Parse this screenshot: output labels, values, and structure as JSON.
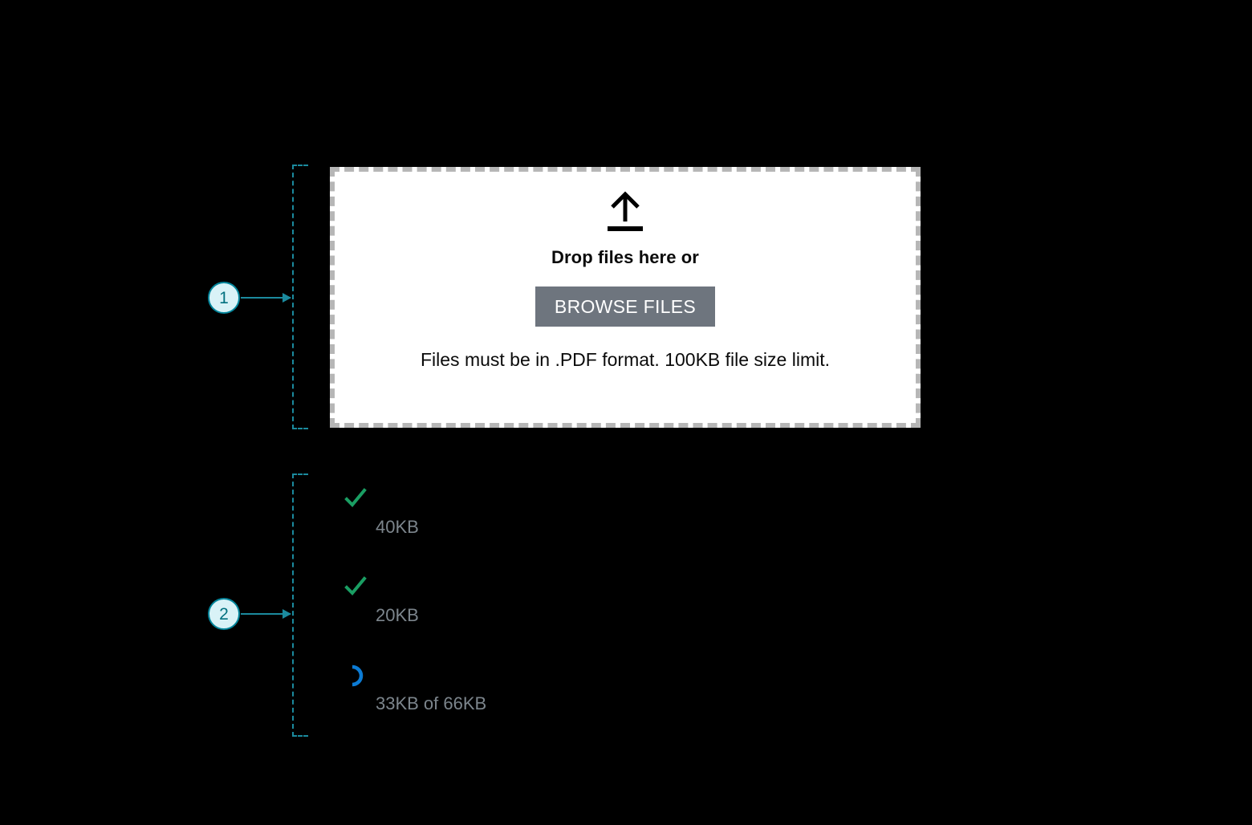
{
  "annotations": [
    {
      "id": "1",
      "label": "1",
      "target": "dropzone",
      "color": "#1b8a9e"
    },
    {
      "id": "2",
      "label": "2",
      "target": "file-list",
      "color": "#1b8a9e"
    }
  ],
  "dropzone": {
    "icon": "upload-arrow-icon",
    "title": "Drop files here or",
    "browse_label": "BROWSE FILES",
    "hint": "Files must be in .PDF format. 100KB file size limit.",
    "border_color": "#b6b6b6",
    "background": "#ffffff",
    "button_color": "#6e757e"
  },
  "file_list": {
    "files": [
      {
        "status": "complete",
        "status_icon": "check-icon",
        "status_color": "#1a9e63",
        "name": "",
        "meta": "40KB"
      },
      {
        "status": "complete",
        "status_icon": "check-icon",
        "status_color": "#1a9e63",
        "name": "",
        "meta": "20KB"
      },
      {
        "status": "uploading",
        "status_icon": "spinner-icon",
        "status_color": "#0c7bd4",
        "name": "",
        "meta": "33KB of 66KB"
      }
    ]
  }
}
